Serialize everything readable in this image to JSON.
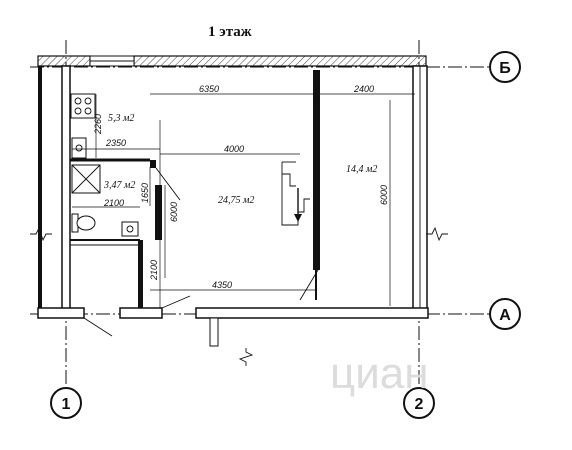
{
  "title": "1 этаж",
  "axes": {
    "top": "Б",
    "bottom": "А",
    "left": "1",
    "right": "2"
  },
  "dimensions": {
    "d6350": "6350",
    "d2400": "2400",
    "d2260": "2260",
    "d2350": "2350",
    "d4000": "4000",
    "d1650": "1650",
    "d2100a": "2100",
    "d6000a": "6000",
    "d6000b": "6000",
    "d2100b": "2100",
    "d4350": "4350"
  },
  "rooms": {
    "r1": "5,3 м2",
    "r2": "3,47 м2",
    "r3": "24,75 м2",
    "r4": "14,4 м2"
  },
  "watermark": "циан"
}
